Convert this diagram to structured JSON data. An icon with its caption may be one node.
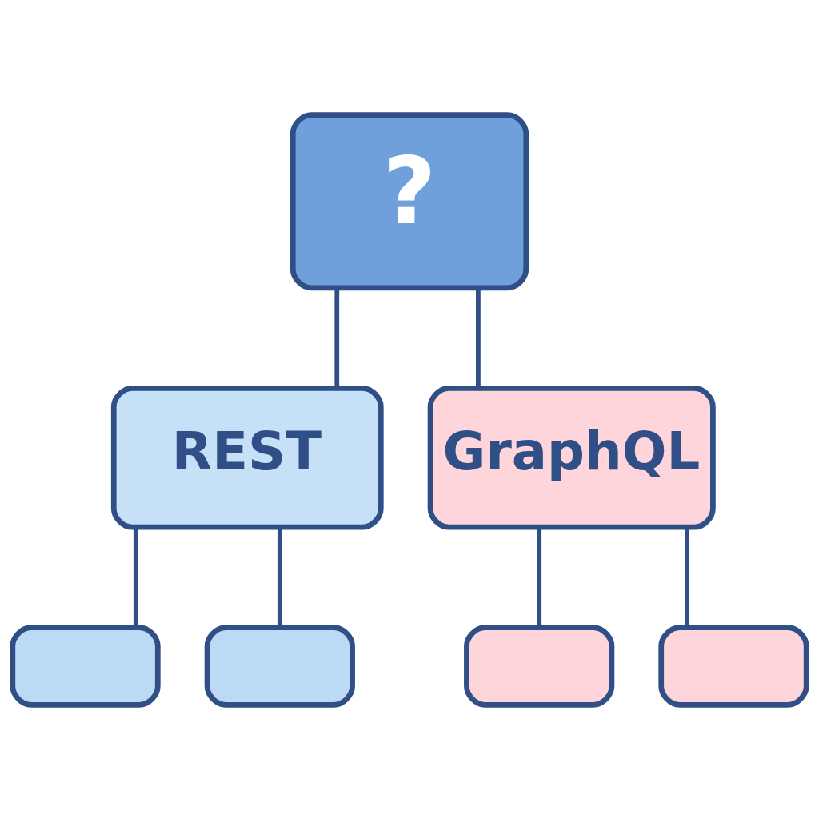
{
  "diagram": {
    "nodes": [
      {
        "text": [
          "?"
        ]
      },
      {
        "text": [
          "REST"
        ]
      },
      {
        "text": [
          "GraphQL"
        ]
      },
      {
        "text": [],
        "shape": "box"
      },
      {
        "text": [],
        "shape": "box"
      },
      {
        "text": [],
        "shape": "box"
      },
      {
        "text": [],
        "shape": "box"
      }
    ],
    "edges": [
      {
        "from": 0,
        "to": 1,
        "arrow": "none"
      },
      {
        "from": 0,
        "to": 2,
        "arrow": "none"
      },
      {
        "from": 1,
        "to": 3,
        "arrow": "none"
      },
      {
        "from": 1,
        "to": 4,
        "arrow": "none"
      },
      {
        "from": 2,
        "to": 5,
        "arrow": "none"
      },
      {
        "from": 2,
        "to": 6,
        "arrow": "none"
      }
    ]
  }
}
